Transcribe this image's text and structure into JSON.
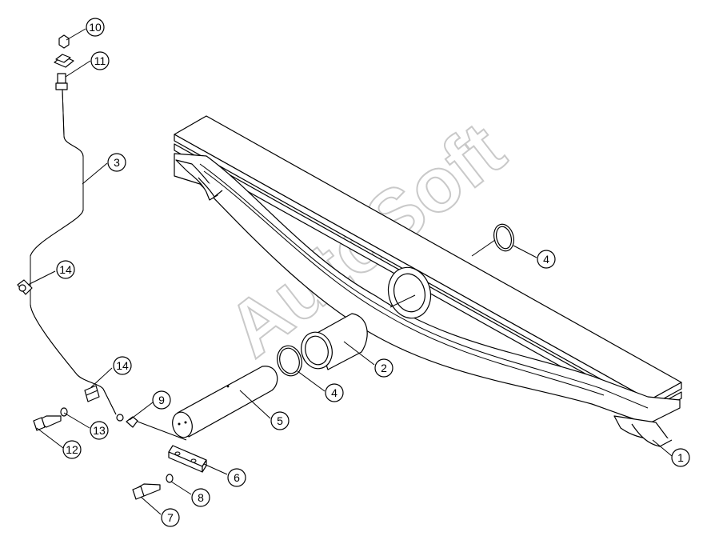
{
  "watermark": "AutoSoft",
  "callouts": [
    {
      "id": "c10",
      "label": "10"
    },
    {
      "id": "c11",
      "label": "11"
    },
    {
      "id": "c3",
      "label": "3"
    },
    {
      "id": "c14a",
      "label": "14"
    },
    {
      "id": "c14b",
      "label": "14"
    },
    {
      "id": "c9",
      "label": "9"
    },
    {
      "id": "c13",
      "label": "13"
    },
    {
      "id": "c12",
      "label": "12"
    },
    {
      "id": "c5",
      "label": "5"
    },
    {
      "id": "c4a",
      "label": "4"
    },
    {
      "id": "c4b",
      "label": "4"
    },
    {
      "id": "c2",
      "label": "2"
    },
    {
      "id": "c6",
      "label": "6"
    },
    {
      "id": "c8",
      "label": "8"
    },
    {
      "id": "c7",
      "label": "7"
    },
    {
      "id": "c1",
      "label": "1"
    }
  ],
  "colors": {
    "line": "#000000",
    "background": "#ffffff",
    "watermark": "#c9c9c9"
  }
}
